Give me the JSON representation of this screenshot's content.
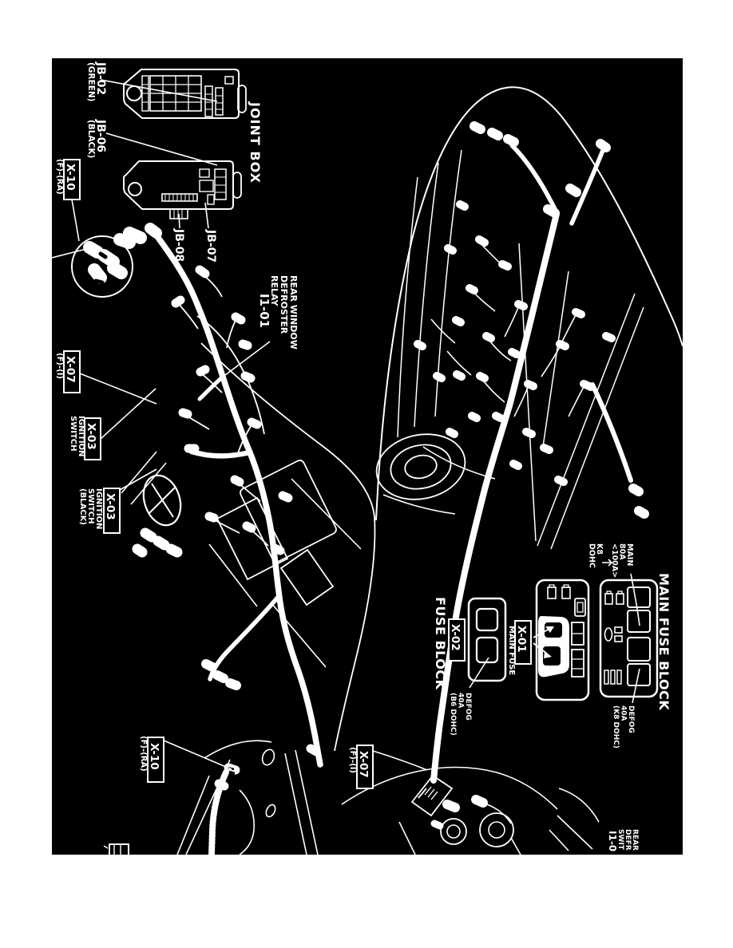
{
  "document": {
    "type": "service-manual wiring component location diagram",
    "colors": {
      "page_background": "#ffffff",
      "plate_background": "#000000",
      "ink": "#ffffff"
    }
  },
  "labels": {
    "joint_box_title": "JOINT BOX",
    "jb02": [
      "JB-02",
      "(GREEN)"
    ],
    "jb06": [
      "JB-06",
      "(BLACK)"
    ],
    "jb07": "JB-07",
    "jb08": "JB-08",
    "x10_top": {
      "code": "X-10",
      "sub": "(F)-(RA)"
    },
    "x07_mid": {
      "code": "X-07",
      "sub": "(F)-(I)"
    },
    "x03_mid": {
      "code": "X-03",
      "sub": [
        "IGNITION",
        "SWITCH"
      ]
    },
    "x03_lower": {
      "code": "X-03",
      "sub": [
        "IGNITION",
        "SWITCH",
        "(BLACK)"
      ]
    },
    "defroster_relay": {
      "lines": [
        "REAR WINDOW",
        "DEFROSTER",
        "RELAY"
      ],
      "code": "I1-01"
    },
    "main_fuse_block_title": "MAIN FUSE BLOCK",
    "main_fuse_spec": [
      "MAIN",
      "80A",
      "<100A>",
      "K8",
      "DOHC"
    ],
    "defog_k8": [
      "DEFOG",
      "40A",
      "(K8 DOHC)"
    ],
    "fuse_block_title": "FUSE BLOCK",
    "x02": {
      "code": "X-02"
    },
    "x01": {
      "code": "X-01",
      "sub": "MAIN FUSE"
    },
    "defog_b6": [
      "DEFOG",
      "40A",
      "(B6 DOHC)"
    ],
    "x10_bottom": {
      "code": "X-10",
      "sub": "(F)-(RA)"
    },
    "x07_bottom": {
      "code": "X-07",
      "sub": "(F)-(I)"
    },
    "corner_switch": {
      "lines": [
        "REAR",
        "DEFR",
        "SWIT"
      ],
      "code": "I1-0"
    }
  }
}
